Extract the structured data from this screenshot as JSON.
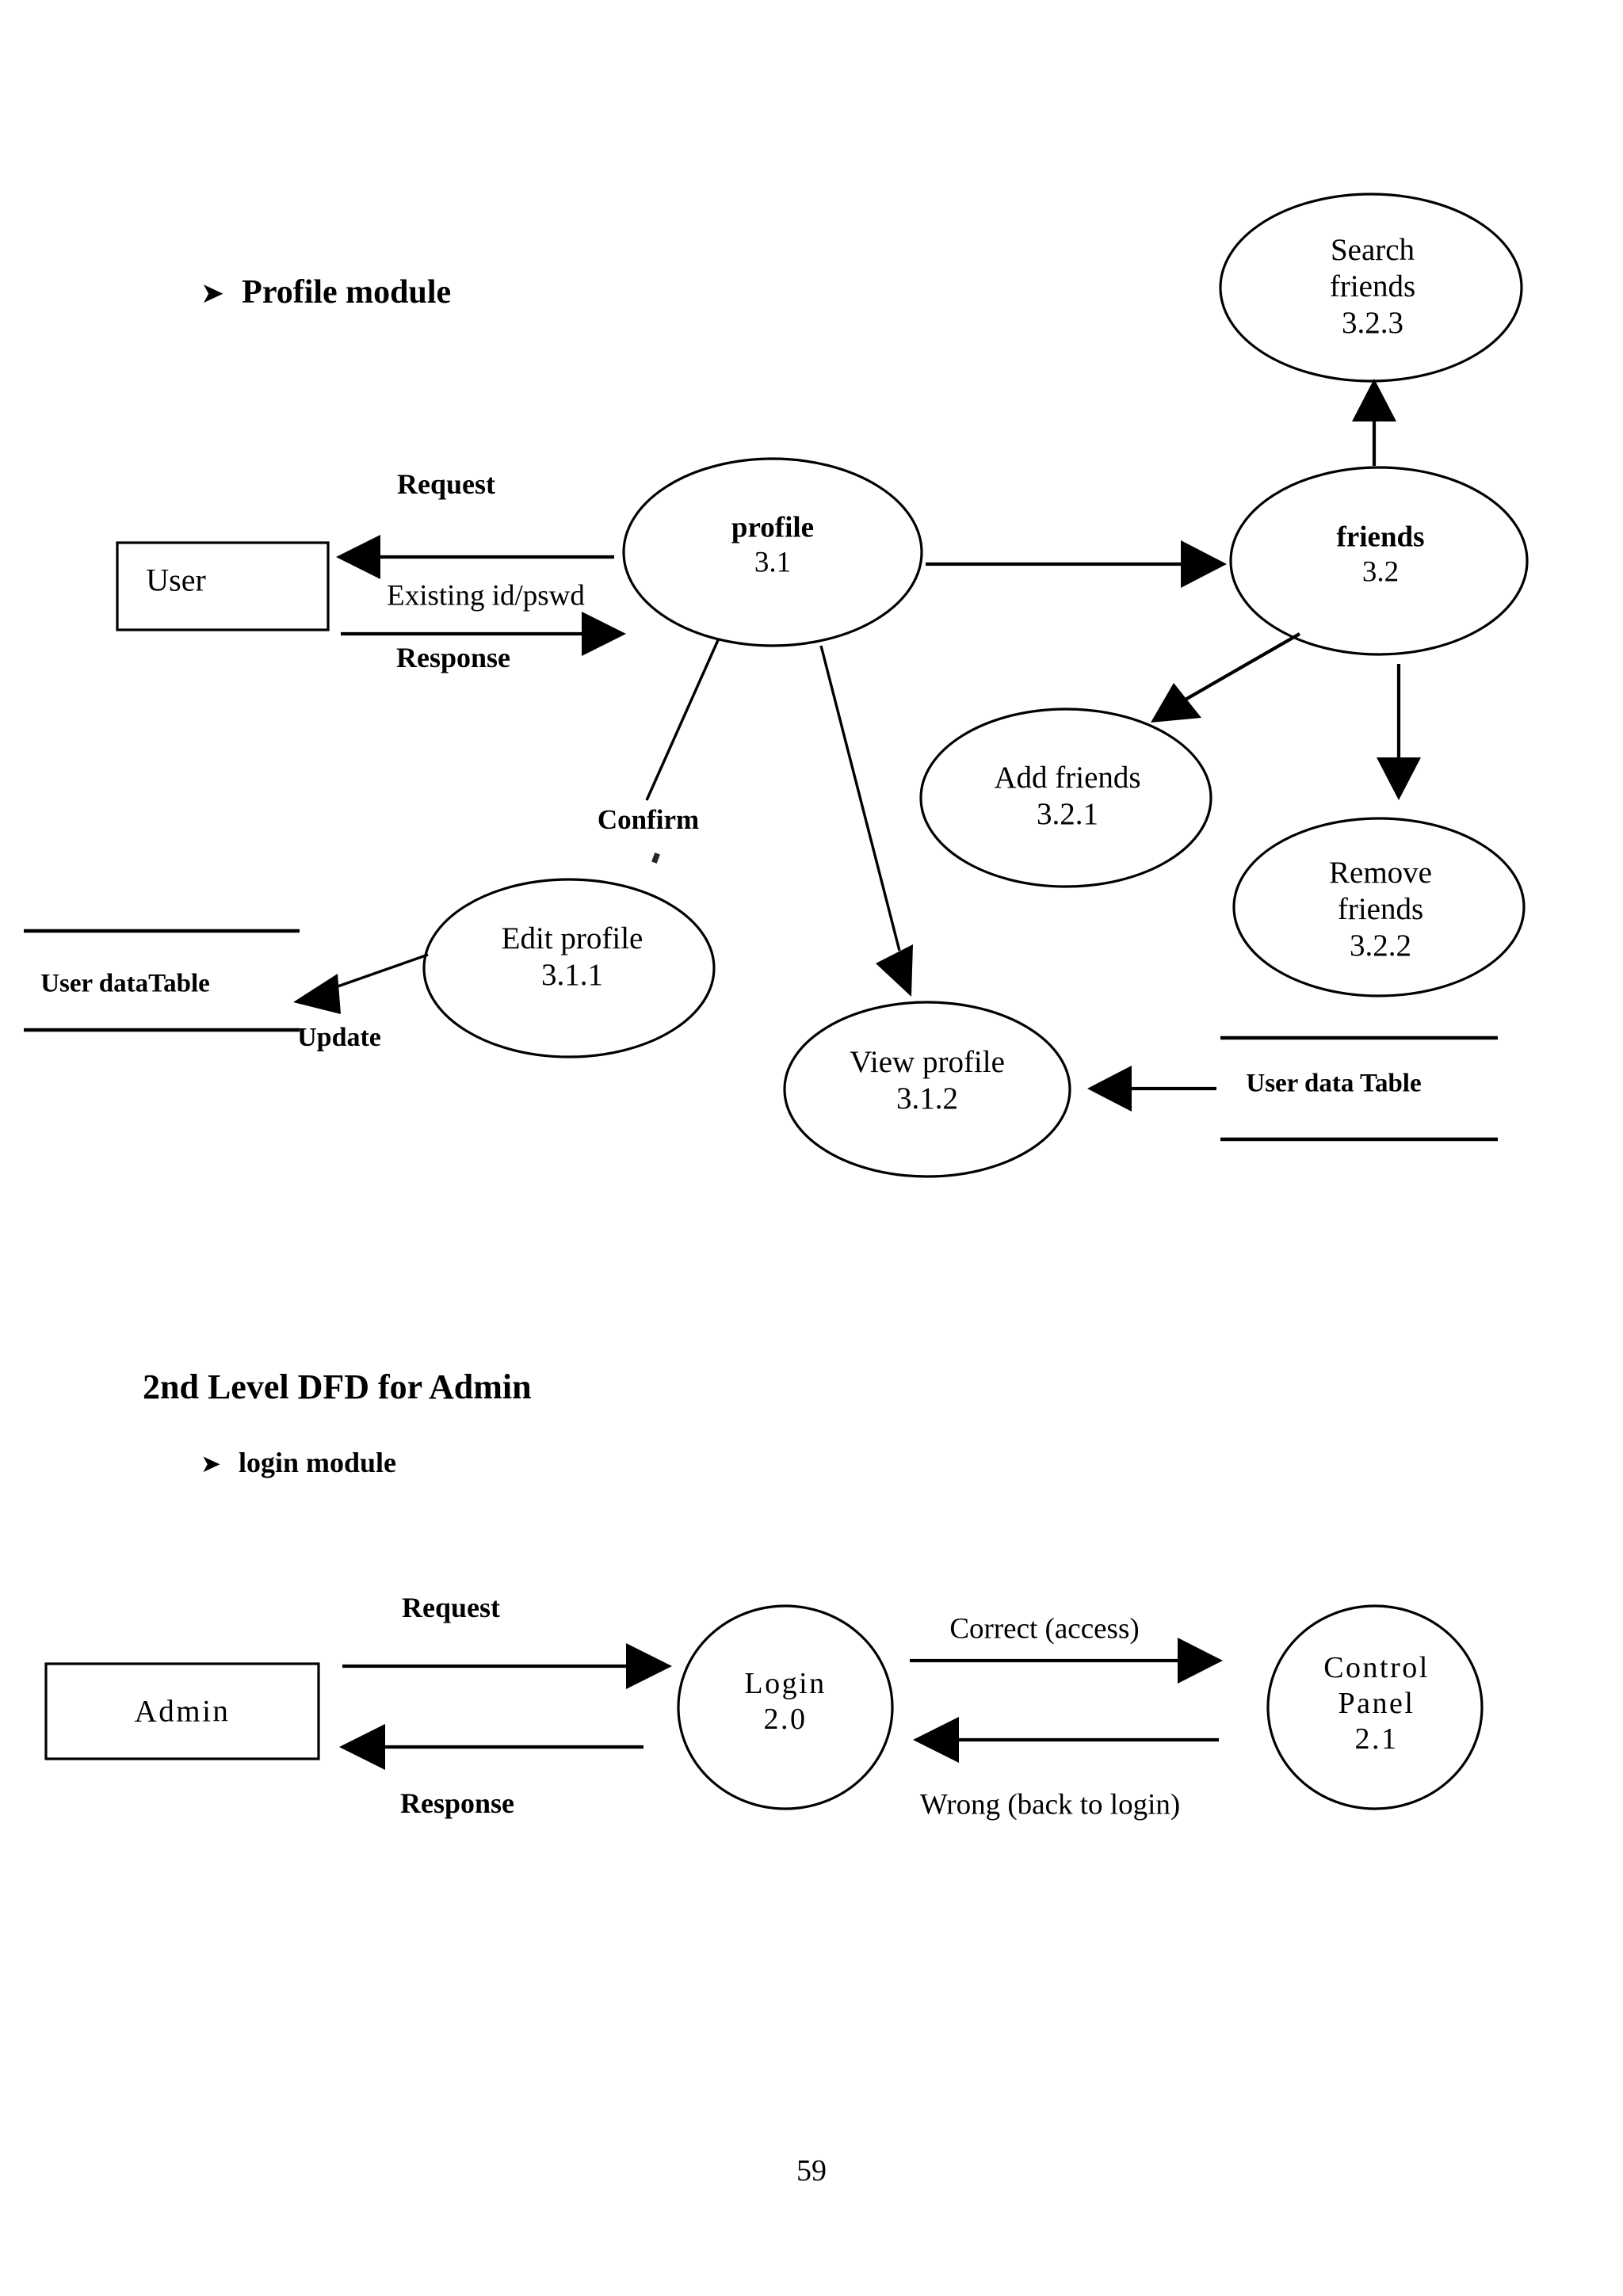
{
  "page": {
    "number": "59",
    "background": "#ffffff",
    "ink": "#000000"
  },
  "section1": {
    "bullet_glyph": "➤",
    "heading": "Profile module",
    "diagram": {
      "type": "data-flow-diagram",
      "title": "Profile module",
      "entities": [
        {
          "id": "user",
          "label": "User",
          "shape": "rectangle"
        }
      ],
      "processes": [
        {
          "id": "profile",
          "name": "profile",
          "number": "3.1",
          "name_bold": true,
          "shape": "ellipse"
        },
        {
          "id": "friends",
          "name": "friends",
          "number": "3.2",
          "name_bold": true,
          "shape": "ellipse"
        },
        {
          "id": "search_friends",
          "name": "Search friends",
          "number": "3.2.3",
          "name_bold": false,
          "shape": "ellipse"
        },
        {
          "id": "add_friends",
          "name": "Add friends",
          "number": "3.2.1",
          "name_bold": false,
          "shape": "ellipse"
        },
        {
          "id": "remove_friends",
          "name": "Remove friends",
          "number": "3.2.2",
          "name_bold": false,
          "shape": "ellipse"
        },
        {
          "id": "edit_profile",
          "name": "Edit profile",
          "number": "3.1.1",
          "name_bold": false,
          "shape": "ellipse"
        },
        {
          "id": "view_profile",
          "name": "View profile",
          "number": "3.1.2",
          "name_bold": false,
          "shape": "ellipse"
        }
      ],
      "datastores": [
        {
          "id": "store_left",
          "label": "User dataTable",
          "shape": "open-rectangle"
        },
        {
          "id": "store_right",
          "label": "User data Table",
          "shape": "open-rectangle"
        }
      ],
      "flows": [
        {
          "from": "profile",
          "to": "user",
          "label": "Request",
          "label_bold": true,
          "arrow": true
        },
        {
          "from": "user",
          "to": "profile",
          "label": "Response",
          "label_bold": true,
          "arrow": true
        },
        {
          "from": "user",
          "to": "profile",
          "label": "Existing id/pswd",
          "label_bold": false,
          "arrow": false
        },
        {
          "from": "profile",
          "to": "friends",
          "label": "",
          "label_bold": false,
          "arrow": true
        },
        {
          "from": "friends",
          "to": "search_friends",
          "label": "",
          "label_bold": false,
          "arrow": true
        },
        {
          "from": "friends",
          "to": "add_friends",
          "label": "",
          "label_bold": false,
          "arrow": true
        },
        {
          "from": "friends",
          "to": "remove_friends",
          "label": "",
          "label_bold": false,
          "arrow": true
        },
        {
          "from": "profile",
          "to": "edit_profile",
          "label": "Confirm",
          "label_bold": true,
          "arrow": false
        },
        {
          "from": "profile",
          "to": "view_profile",
          "label": "",
          "label_bold": false,
          "arrow": true
        },
        {
          "from": "edit_profile",
          "to": "store_left",
          "label": "Update",
          "label_bold": true,
          "arrow": true
        },
        {
          "from": "store_right",
          "to": "view_profile",
          "label": "",
          "label_bold": false,
          "arrow": true
        }
      ]
    },
    "labels": {
      "user": "User",
      "profile_name": "profile",
      "profile_num": "3.1",
      "friends_name": "friends",
      "friends_num": "3.2",
      "search_name": "Search",
      "search_name2": "friends",
      "search_num": "3.2.3",
      "add_name": "Add friends",
      "add_num": "3.2.1",
      "remove_name": "Remove",
      "remove_name2": "friends",
      "remove_num": "3.2.2",
      "edit_name": "Edit profile",
      "edit_num": "3.1.1",
      "view_name": "View profile",
      "view_num": "3.1.2",
      "store_left": "User dataTable",
      "store_right": "User data Table",
      "request": "Request",
      "response": "Response",
      "existing": "Existing id/pswd",
      "confirm": "Confirm",
      "update": "Update"
    }
  },
  "section2": {
    "heading": "2nd Level DFD for Admin",
    "bullet_glyph": "➤",
    "sub_heading": "login module",
    "diagram": {
      "type": "data-flow-diagram",
      "title": "login module",
      "entities": [
        {
          "id": "admin",
          "label": "Admin",
          "shape": "rectangle"
        }
      ],
      "processes": [
        {
          "id": "login",
          "name": "Login",
          "number": "2.0",
          "shape": "ellipse"
        },
        {
          "id": "control",
          "name": "Control Panel",
          "number": "2.1",
          "shape": "ellipse"
        }
      ],
      "flows": [
        {
          "from": "admin",
          "to": "login",
          "label": "Request",
          "arrow": true
        },
        {
          "from": "login",
          "to": "admin",
          "label": "Response",
          "arrow": true
        },
        {
          "from": "login",
          "to": "control",
          "label": "Correct (access)",
          "arrow": true
        },
        {
          "from": "control",
          "to": "login",
          "label": "Wrong (back to login)",
          "arrow": true
        }
      ]
    },
    "labels": {
      "admin": "Admin",
      "login_name": "Login",
      "login_num": "2.0",
      "control_name": "Control",
      "control_name2": "Panel",
      "control_num": "2.1",
      "request": "Request",
      "response": "Response",
      "correct": "Correct (access)",
      "wrong": "Wrong (back to login)"
    }
  }
}
